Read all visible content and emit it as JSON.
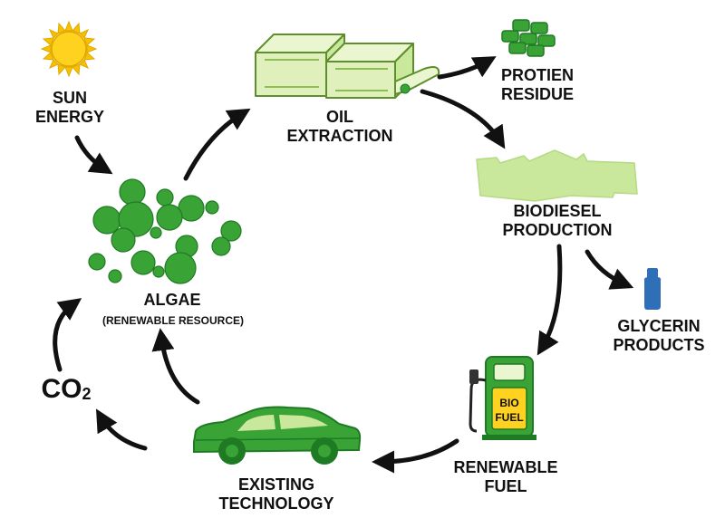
{
  "labels": {
    "sun": [
      "SUN",
      "ENERGY"
    ],
    "oil": [
      "OIL",
      "EXTRACTION"
    ],
    "protein": [
      "PROTIEN",
      "RESIDUE"
    ],
    "biodiesel": [
      "BIODIESEL",
      "PRODUCTION"
    ],
    "glycerin": [
      "GLYCERIN",
      "PRODUCTS"
    ],
    "renewable": [
      "RENEWABLE",
      "FUEL"
    ],
    "existing": [
      "EXISTING",
      "TECHNOLOGY"
    ],
    "algae": "ALGAE",
    "algae_sub": "(RENEWABLE RESOURCE)",
    "co2_main": "CO",
    "co2_sub": "2",
    "pump_text": [
      "BIO",
      "FUEL"
    ]
  },
  "colors": {
    "green": "#3aa336",
    "dark_green": "#1f7a24",
    "light_green": "#c9e89b",
    "pale_green": "#e9f6cf",
    "sun_yellow": "#ffd21f",
    "bottle_blue": "#2f6fb7",
    "arrow": "#111111"
  },
  "icons": [
    "sun-icon",
    "algae-icon",
    "extraction-tanks-icon",
    "protein-residue-icon",
    "biodiesel-slab-icon",
    "glycerin-bottle-icon",
    "fuel-pump-icon",
    "car-icon"
  ]
}
